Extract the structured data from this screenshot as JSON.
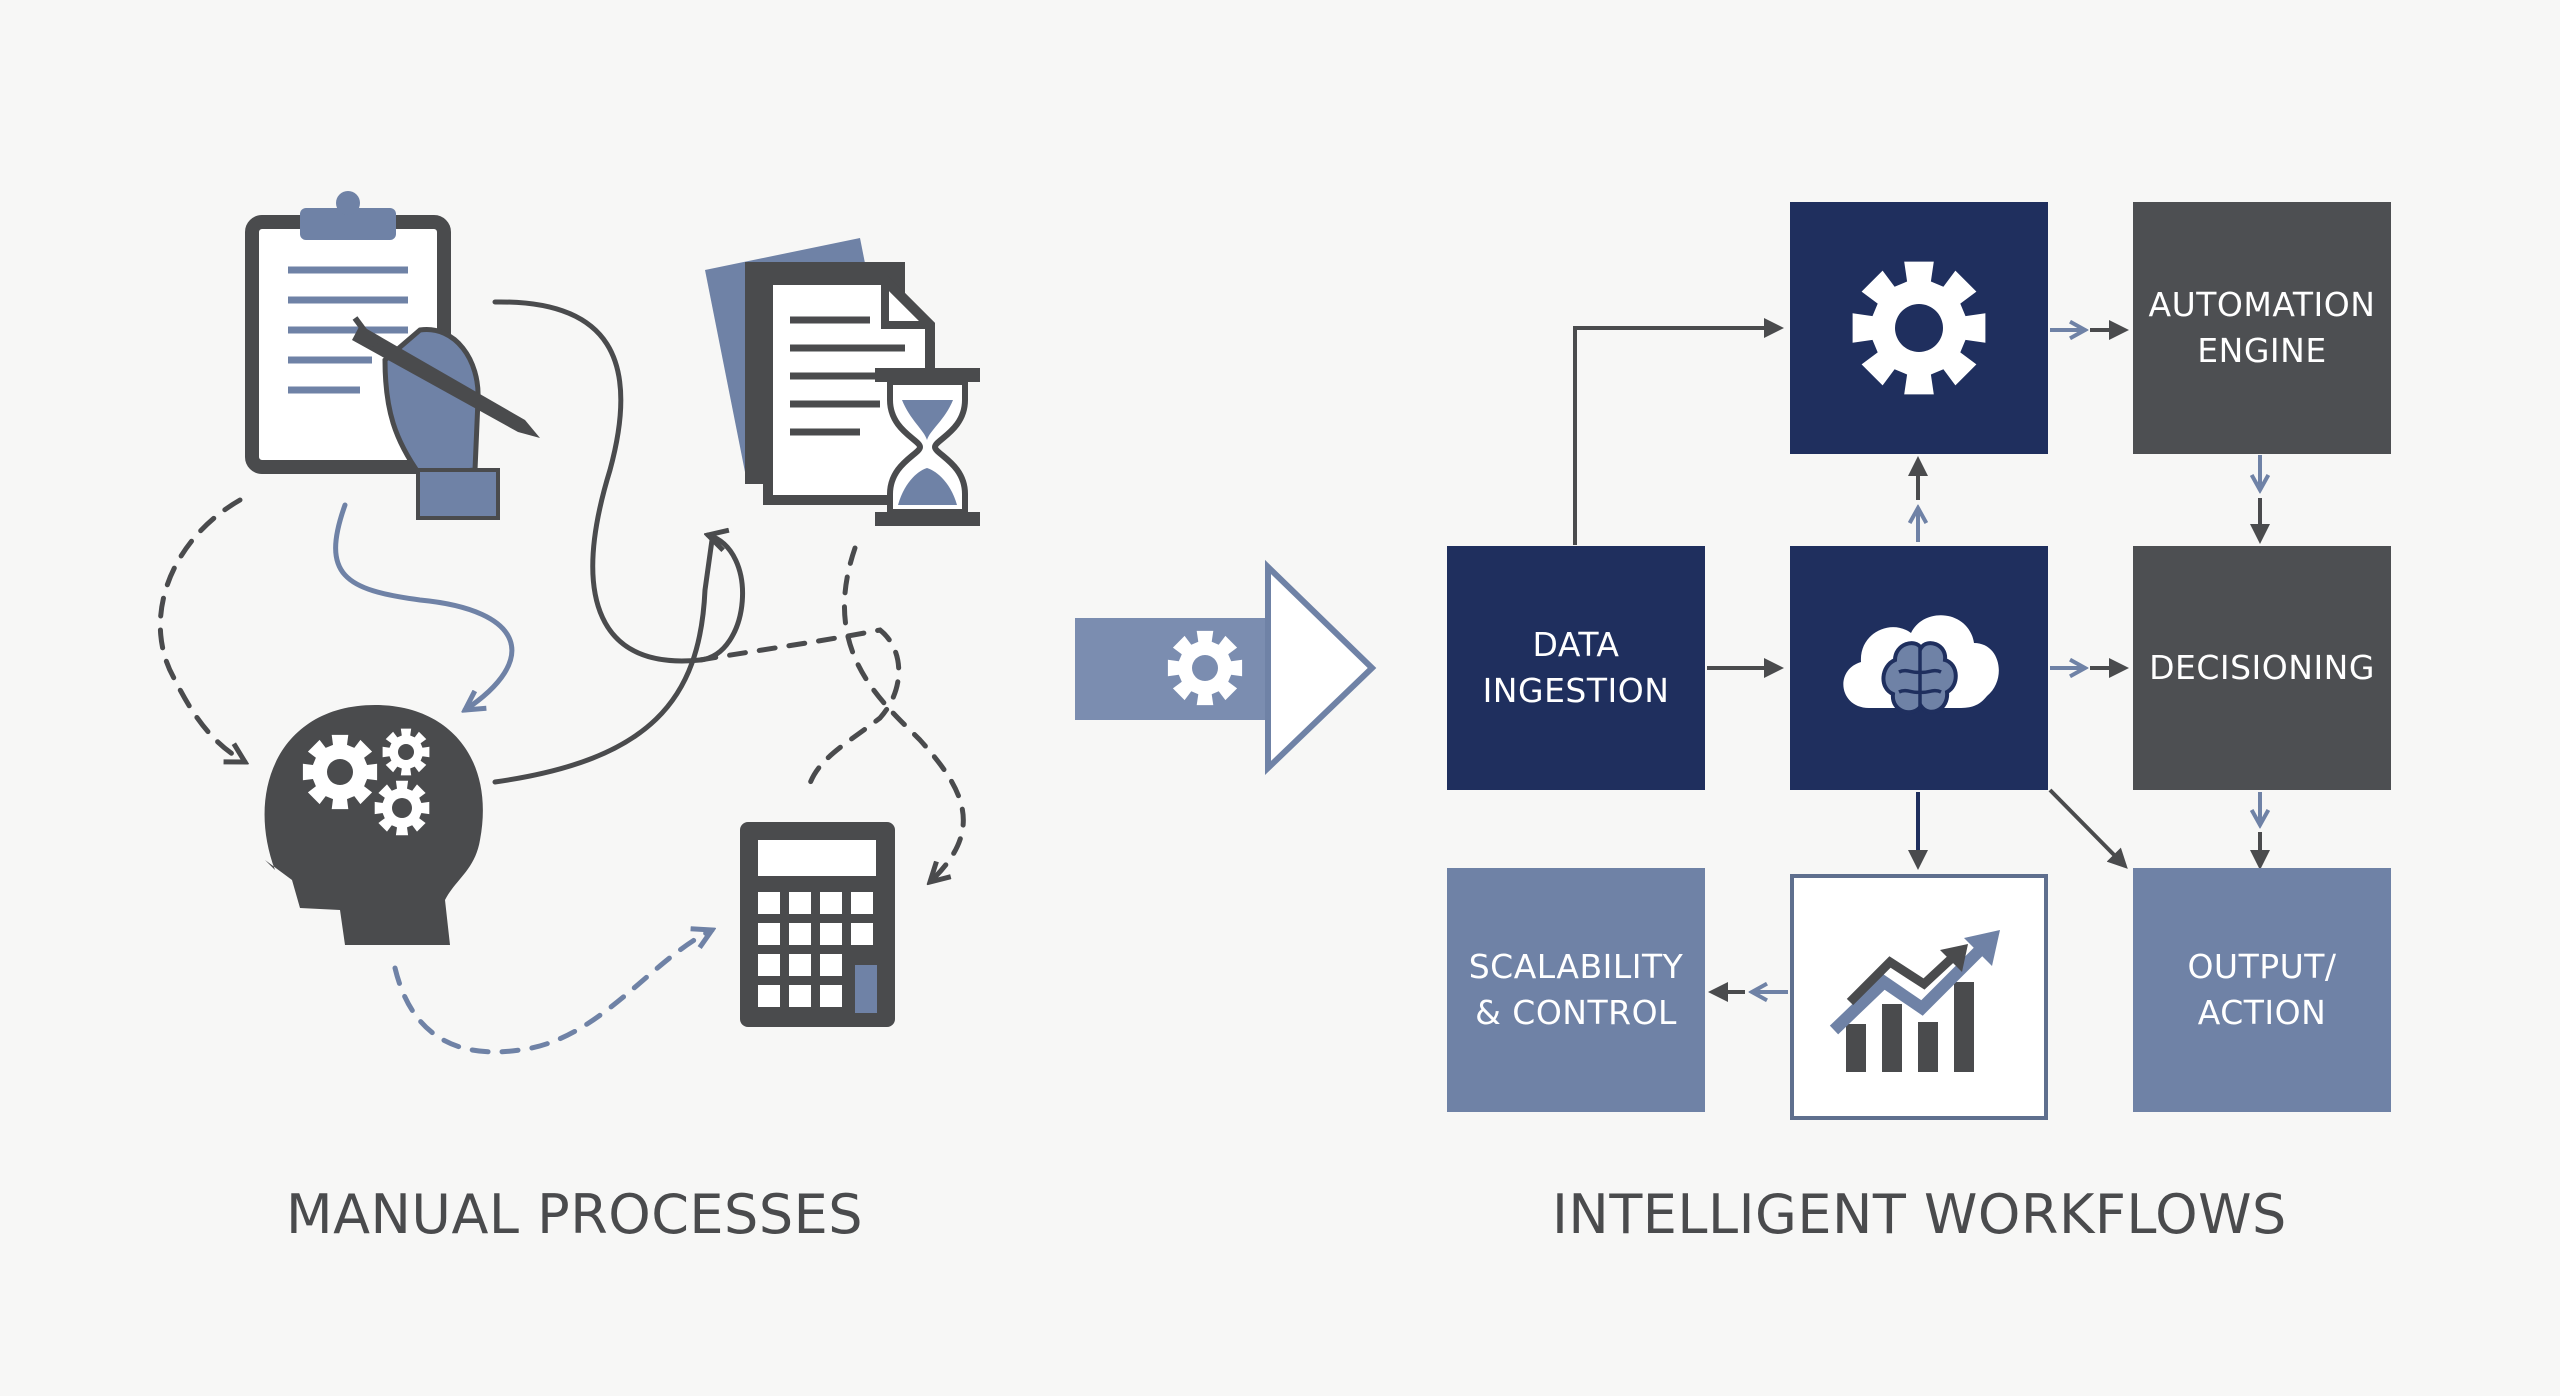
{
  "colors": {
    "background": "#f7f7f6",
    "navy": "#1f2f5e",
    "charcoal": "#4d4f52",
    "slate_blue": "#6f82a6",
    "light_blue": "#7b8db0",
    "dark_gray": "#4a4b4d"
  },
  "left_panel": {
    "caption": "MANUAL PROCESSES",
    "icons": [
      "clipboard-icon",
      "writing-hand-icon",
      "document-stack-icon",
      "hourglass-icon",
      "head-with-gears-icon",
      "calculator-icon"
    ]
  },
  "transition": {
    "icons": [
      "arrow-right-icon",
      "gear-icon"
    ]
  },
  "right_panel": {
    "caption": "INTELLIGENT WORKFLOWS",
    "nodes": {
      "data_ingestion": "DATA\nINGESTION",
      "automation_engine": "AUTOMATION\nENGINE",
      "decisioning": "DECISIONING",
      "output_action": "OUTPUT/\nACTION",
      "scalability_control": "SCALABILITY\n& CONTROL"
    },
    "icons": [
      "gear-icon",
      "cloud-brain-icon",
      "growth-chart-icon"
    ]
  }
}
